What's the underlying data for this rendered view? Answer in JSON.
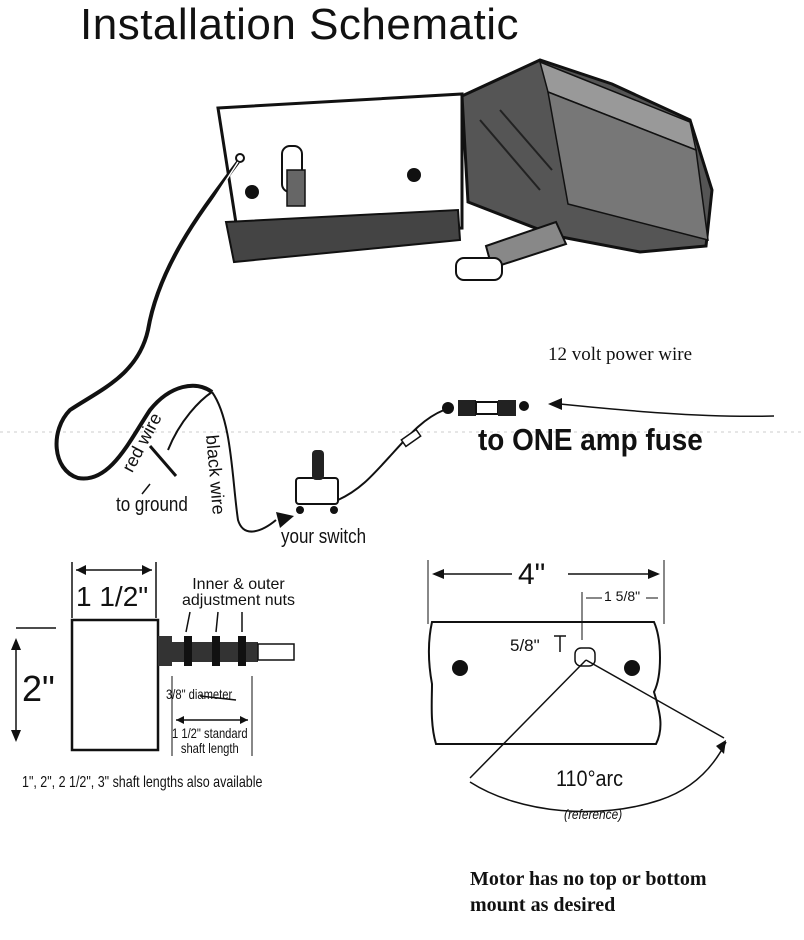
{
  "title": "Installation Schematic",
  "wiring": {
    "power_wire": "12 volt power wire",
    "fuse": "to ONE amp fuse",
    "red_wire": "red wire",
    "black_wire": "black wire",
    "ground": "to ground",
    "switch": "your switch"
  },
  "side_view": {
    "width": "1 1/2\"",
    "height": "2\"",
    "nuts": "Inner & outer\nadjustment nuts",
    "diameter": "3/8\" diameter",
    "shaft": "1 1/2\" standard\nshaft length",
    "available": "1\", 2\", 2 1/2\", 3\" shaft lengths also available"
  },
  "front_view": {
    "width": "4\"",
    "offset": "1 5/8\"",
    "vertical": "5/8\"",
    "arc": "110°arc",
    "reference": "(reference)"
  },
  "note": "Motor has no top or bottom\nmount as desired"
}
